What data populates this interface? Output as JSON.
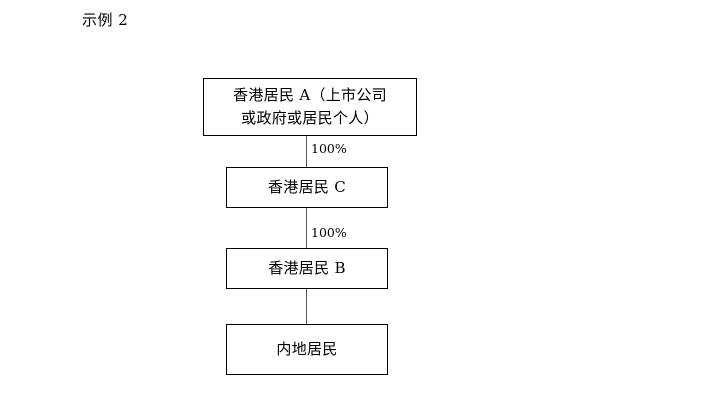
{
  "title": "示例 2",
  "diagram": {
    "nodes": [
      {
        "id": "node-a",
        "label": "香港居民 A（上市公司\n或政府或居民个人）"
      },
      {
        "id": "node-c",
        "label": "香港居民 C"
      },
      {
        "id": "node-b",
        "label": "香港居民 B"
      },
      {
        "id": "node-mainland",
        "label": "内地居民"
      }
    ],
    "connectors": [
      {
        "id": "connector-a-c",
        "from": "node-a",
        "to": "node-c",
        "label": "100%"
      },
      {
        "id": "connector-c-b",
        "from": "node-c",
        "to": "node-b",
        "label": "100%"
      },
      {
        "id": "connector-b-mainland",
        "from": "node-b",
        "to": "node-mainland",
        "label": ""
      }
    ]
  },
  "colors": {
    "background": "#ffffff",
    "border": "#000000",
    "text": "#000000",
    "connector": "#555555"
  }
}
